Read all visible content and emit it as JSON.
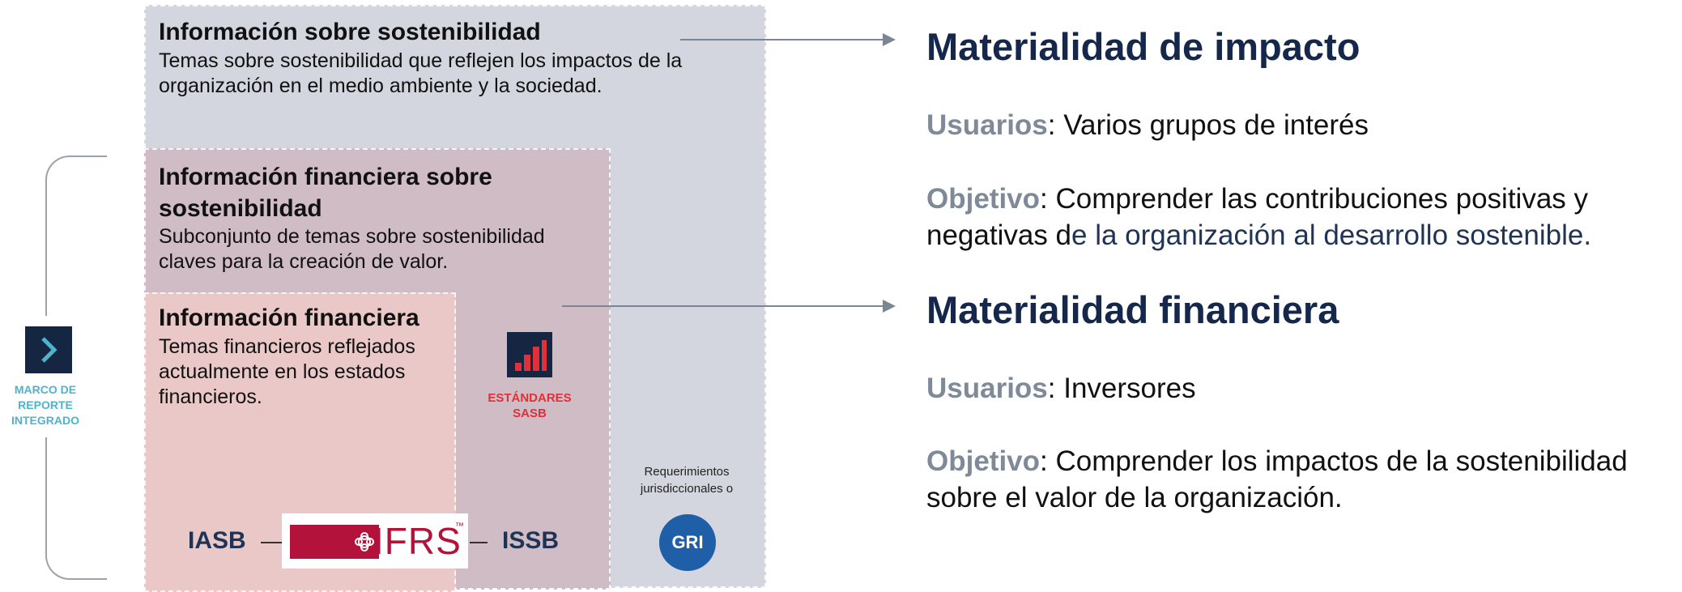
{
  "boxes": {
    "sustainability": {
      "title": "Información sobre sostenibilidad",
      "text": "Temas sobre sostenibilidad que reflejen los impactos de la organización en el medio ambiente y la sociedad."
    },
    "financial_sustainability": {
      "title": "Información financiera sobre sostenibilidad",
      "text": "Subconjunto de temas sobre sostenibilidad claves para la creación de valor."
    },
    "financial": {
      "title": "Información financiera",
      "text": "Temas financieros reflejados actualmente en los estados financieros."
    }
  },
  "sasb": {
    "label_line1": "ESTÁNDARES",
    "label_line2": "SASB"
  },
  "jurisdictional": {
    "line1": "Requerimientos",
    "line2": "jurisdiccionales o"
  },
  "gri": {
    "logo_text": "GRI"
  },
  "ifrs": {
    "iasb": "IASB",
    "logo_text": "IFRS",
    "tm": "™",
    "issb": "ISSB"
  },
  "integrated": {
    "line1": "MARCO DE",
    "line2": "REPORTE",
    "line3": "INTEGRADO"
  },
  "impact": {
    "heading": "Materialidad de impacto",
    "users_label": "Usuarios",
    "users_text": ": Varios grupos de interés",
    "objective_label": "Objetivo",
    "objective_text_1": ": Comprender las contribuciones positivas y",
    "objective_text_2a": "negativas d",
    "objective_text_2b": "e la organización al desarrollo sostenible."
  },
  "financial_materiality": {
    "heading": "Materialidad financiera",
    "users_label": "Usuarios",
    "users_text": ": Inversores",
    "objective_label": "Objetivo",
    "objective_text_1": ": Comprender los impactos de la sostenibilidad",
    "objective_text_2": "sobre el valor de la organización."
  },
  "colors": {
    "heading": "#15284b",
    "label_grey": "#7f8a99",
    "sasb_red": "#e0303a",
    "ifrs_red": "#b3123a",
    "gri_blue": "#1f5fa8",
    "integrated_teal": "#4fb3c9"
  }
}
